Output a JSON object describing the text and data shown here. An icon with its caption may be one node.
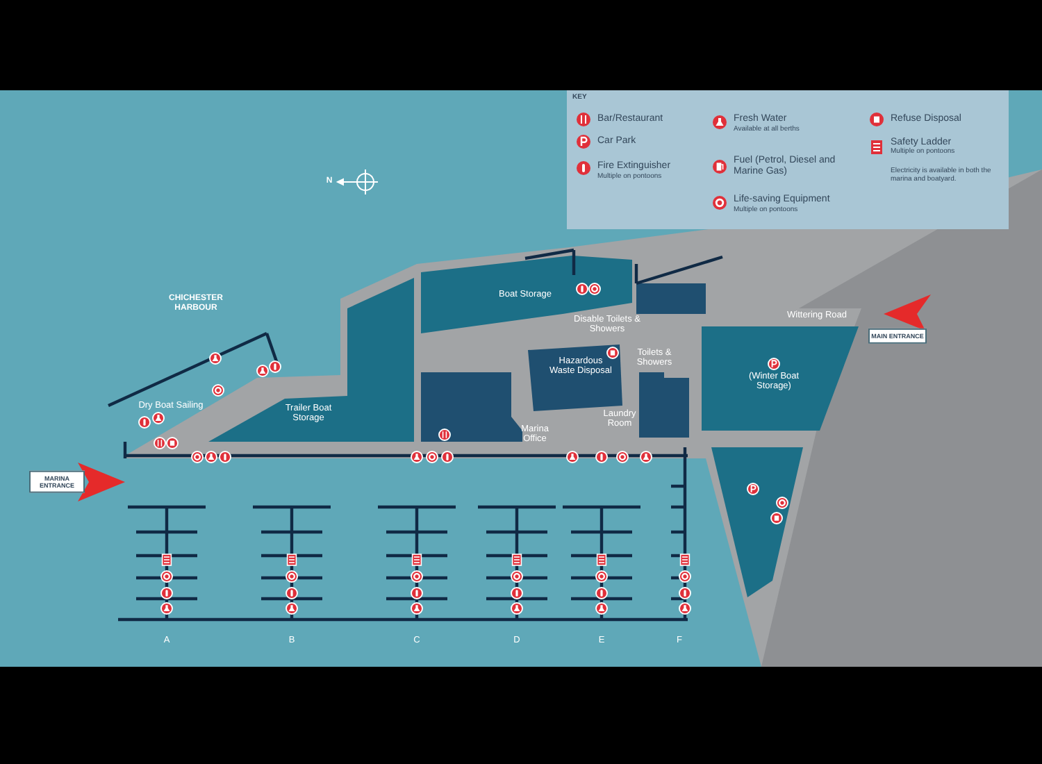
{
  "diagram": {
    "labels": [
      "KEY",
      "Available at all berths",
      "Multiple on pontoons",
      "Multiple on pontoons",
      "Multiple on pontoons",
      "Electricity is available in both the marina and boatyard.",
      "N",
      "CHICHESTER HARBOUR",
      "Dry Boat Sailing",
      "Trailer Boat Storage",
      "Boat Storage",
      "Disable Toilets & Showers",
      "Wittering Road",
      "MAIN ENTRANCE",
      "Hazardous Waste Disposal",
      "Toilets & Showers",
      "(Winter Boat Storage)",
      "Laundry Room",
      "Marina Office",
      "MARINA ENTRANCE",
      "A",
      "B",
      "C",
      "D",
      "E",
      "F"
    ],
    "legend": [
      {
        "text": "Bar/Restaurant"
      },
      {
        "text": "Car Park"
      },
      {
        "text": "Fire Extinguisher"
      },
      {
        "text": "Fresh Water"
      },
      {
        "text": "Fuel (Petrol, Diesel and Marine Gas)"
      },
      {
        "text": "Life-saving Equipment"
      },
      {
        "text": "Refuse Disposal"
      },
      {
        "text": "Safety Ladder"
      }
    ]
  }
}
